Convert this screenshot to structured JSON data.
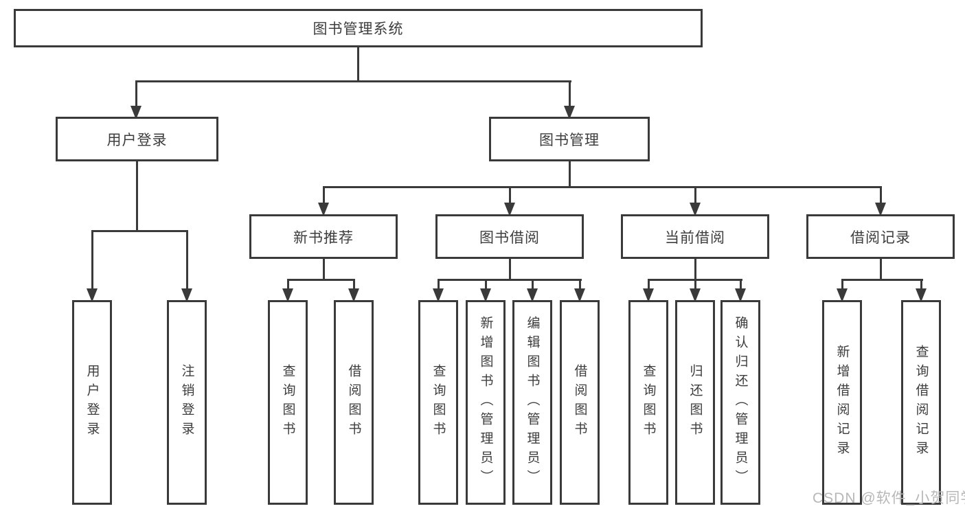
{
  "root": {
    "label": "图书管理系统"
  },
  "level2": {
    "user_login": {
      "label": "用户登录"
    },
    "book_mgmt": {
      "label": "图书管理"
    }
  },
  "level3": {
    "new_books": {
      "label": "新书推荐"
    },
    "borrow": {
      "label": "图书借阅"
    },
    "current": {
      "label": "当前借阅"
    },
    "records": {
      "label": "借阅记录"
    }
  },
  "leaves": {
    "user_login": [
      "用户登录",
      "注销登录"
    ],
    "new_books": [
      "查询图书",
      "借阅图书"
    ],
    "borrow": [
      "查询图书",
      "新增图书（管理员）",
      "编辑图书（管理员）",
      "借阅图书"
    ],
    "current": [
      "查询图书",
      "归还图书",
      "确认归还（管理员）"
    ],
    "records": [
      "新增借阅记录",
      "查询借阅记录"
    ]
  },
  "watermark": {
    "text": "CSDN @软件_小贺同学"
  },
  "colors": {
    "line": "#3a3a3a",
    "text": "#3d3d3d",
    "watermark": "#b7b7b7",
    "background": "#ffffff"
  }
}
